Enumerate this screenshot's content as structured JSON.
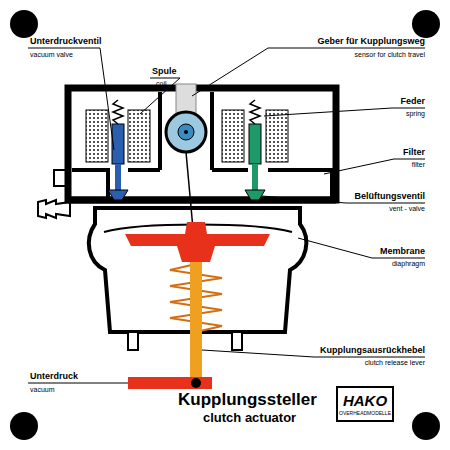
{
  "diagram": {
    "title": "Kupplungssteller",
    "caption": "clutch actuator",
    "nodes": [
      {
        "text": [
          "HAKO",
          "OVERHEADMODELLE"
        ]
      }
    ],
    "labels": [
      "Unterdruckventil",
      "vacuum valve",
      "Spule",
      "coil",
      "Geber für Kupplungsweg",
      "sensor for clutch travel",
      "Feder",
      "spring",
      "Filter",
      "filter",
      "Belüftungsventil",
      "vent - valve",
      "Membrane",
      "diaphragm",
      "Kupplungsausrückhebel",
      "clutch release lever",
      "Unterdruck",
      "vacuum"
    ]
  }
}
